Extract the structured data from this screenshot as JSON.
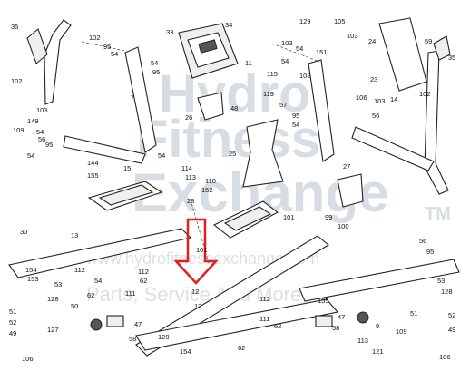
{
  "watermark": {
    "line1": "Hydro",
    "line2": "Fitness",
    "line3": "Exchange",
    "trademark": "TM",
    "url": "www.hydrofitnessexchange.com",
    "tagline": "Parts, Service And More"
  },
  "callout": {
    "part": "12",
    "arrow_color": "#e02020"
  },
  "labels": {
    "l1": "35",
    "l2": "102",
    "l3": "95",
    "l4": "54",
    "l5": "33",
    "l6": "34",
    "l7": "105",
    "l8": "24",
    "l9": "59",
    "l10": "35",
    "l11": "103",
    "l12": "129",
    "l13": "151",
    "l14": "11",
    "l15": "103",
    "l16": "115",
    "l17": "54",
    "l18": "54",
    "l19": "102",
    "l20": "95",
    "l21": "54",
    "l22": "102",
    "l23": "23",
    "l24": "102",
    "l25": "103",
    "l26": "7",
    "l27": "26",
    "l28": "48",
    "l29": "119",
    "l30": "57",
    "l31": "95",
    "l32": "54",
    "l33": "106",
    "l34": "103",
    "l35": "14",
    "l36": "149",
    "l37": "54",
    "l38": "56",
    "l39": "95",
    "l40": "109",
    "l41": "54",
    "l42": "56",
    "l43": "144",
    "l44": "15",
    "l45": "155",
    "l46": "54",
    "l47": "25",
    "l48": "114",
    "l49": "27",
    "l50": "113",
    "l51": "110",
    "l52": "152",
    "l53": "28",
    "l54": "101",
    "l55": "99",
    "l56": "100",
    "l57": "30",
    "l58": "13",
    "l59": "101",
    "l60": "112",
    "l61": "153",
    "l62": "54",
    "l63": "53",
    "l64": "154",
    "l65": "112",
    "l66": "62",
    "l67": "62",
    "l68": "111",
    "l69": "128",
    "l70": "50",
    "l71": "12",
    "l72": "112",
    "l73": "111",
    "l74": "62",
    "l75": "155",
    "l76": "51",
    "l77": "52",
    "l78": "49",
    "l79": "127",
    "l80": "106",
    "l81": "47",
    "l82": "58",
    "l83": "120",
    "l84": "62",
    "l85": "154",
    "l86": "47",
    "l87": "58",
    "l88": "109",
    "l89": "113",
    "l90": "121",
    "l91": "9",
    "l92": "52",
    "l93": "49",
    "l94": "128",
    "l95": "106",
    "l96": "51",
    "l97": "53",
    "l98": "56",
    "l99": "95"
  }
}
